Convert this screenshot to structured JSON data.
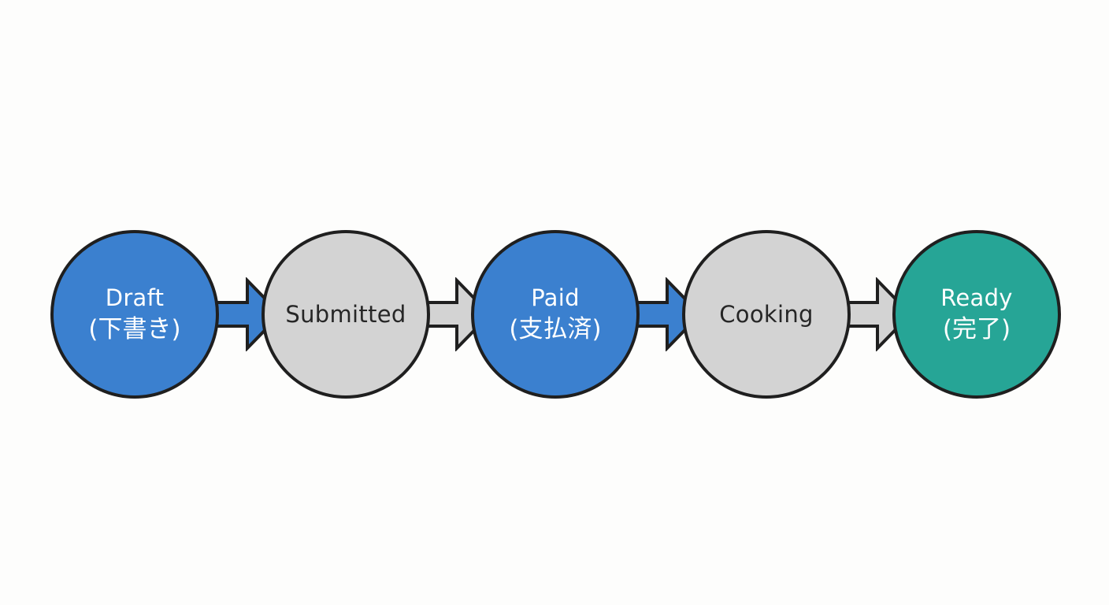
{
  "colors": {
    "blue": "#3b80cf",
    "gray": "#d3d3d3",
    "teal": "#26a596",
    "outline": "#1f1f1f"
  },
  "states": [
    {
      "label": "Draft",
      "sublabel": "(下書き)",
      "fill": "#3b80cf"
    },
    {
      "label": "Submitted",
      "sublabel": "",
      "fill": "#d3d3d3"
    },
    {
      "label": "Paid",
      "sublabel": "(支払済)",
      "fill": "#3b80cf"
    },
    {
      "label": "Cooking",
      "sublabel": "",
      "fill": "#d3d3d3"
    },
    {
      "label": "Ready",
      "sublabel": "(完了)",
      "fill": "#26a596"
    }
  ],
  "transitions": [
    {
      "from": "Draft",
      "to": "Submitted",
      "fill": "#3b80cf"
    },
    {
      "from": "Submitted",
      "to": "Paid",
      "fill": "#d3d3d3"
    },
    {
      "from": "Paid",
      "to": "Cooking",
      "fill": "#3b80cf"
    },
    {
      "from": "Cooking",
      "to": "Ready",
      "fill": "#d3d3d3"
    }
  ]
}
